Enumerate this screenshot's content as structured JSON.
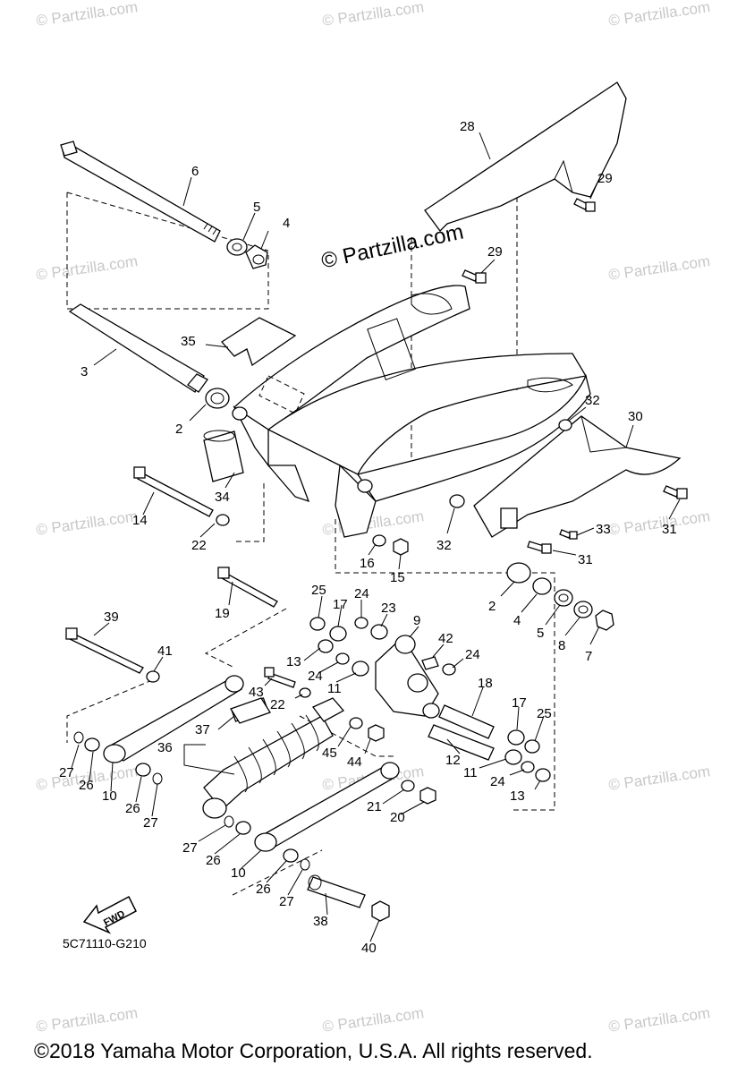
{
  "watermark": {
    "repeat_text": "© Partzilla.com",
    "main_text": "© Partzilla.com"
  },
  "diagram_code": "5C71110-G210",
  "fwd_label": "FWD",
  "copyright": "©2018 Yamaha Motor Corporation, U.S.A. All rights reserved.",
  "callouts": [
    "28",
    "29",
    "6",
    "5",
    "4",
    "29",
    "35",
    "3",
    "2",
    "32",
    "30",
    "34",
    "14",
    "22",
    "31",
    "33",
    "32",
    "16",
    "15",
    "31",
    "25",
    "24",
    "17",
    "23",
    "9",
    "2",
    "4",
    "5",
    "8",
    "7",
    "19",
    "39",
    "41",
    "42",
    "24",
    "13",
    "24",
    "43",
    "22",
    "11",
    "18",
    "37",
    "17",
    "25",
    "36",
    "45",
    "44",
    "12",
    "11",
    "24",
    "13",
    "27",
    "26",
    "10",
    "26",
    "27",
    "21",
    "20",
    "27",
    "26",
    "10",
    "26",
    "27",
    "38",
    "40"
  ]
}
